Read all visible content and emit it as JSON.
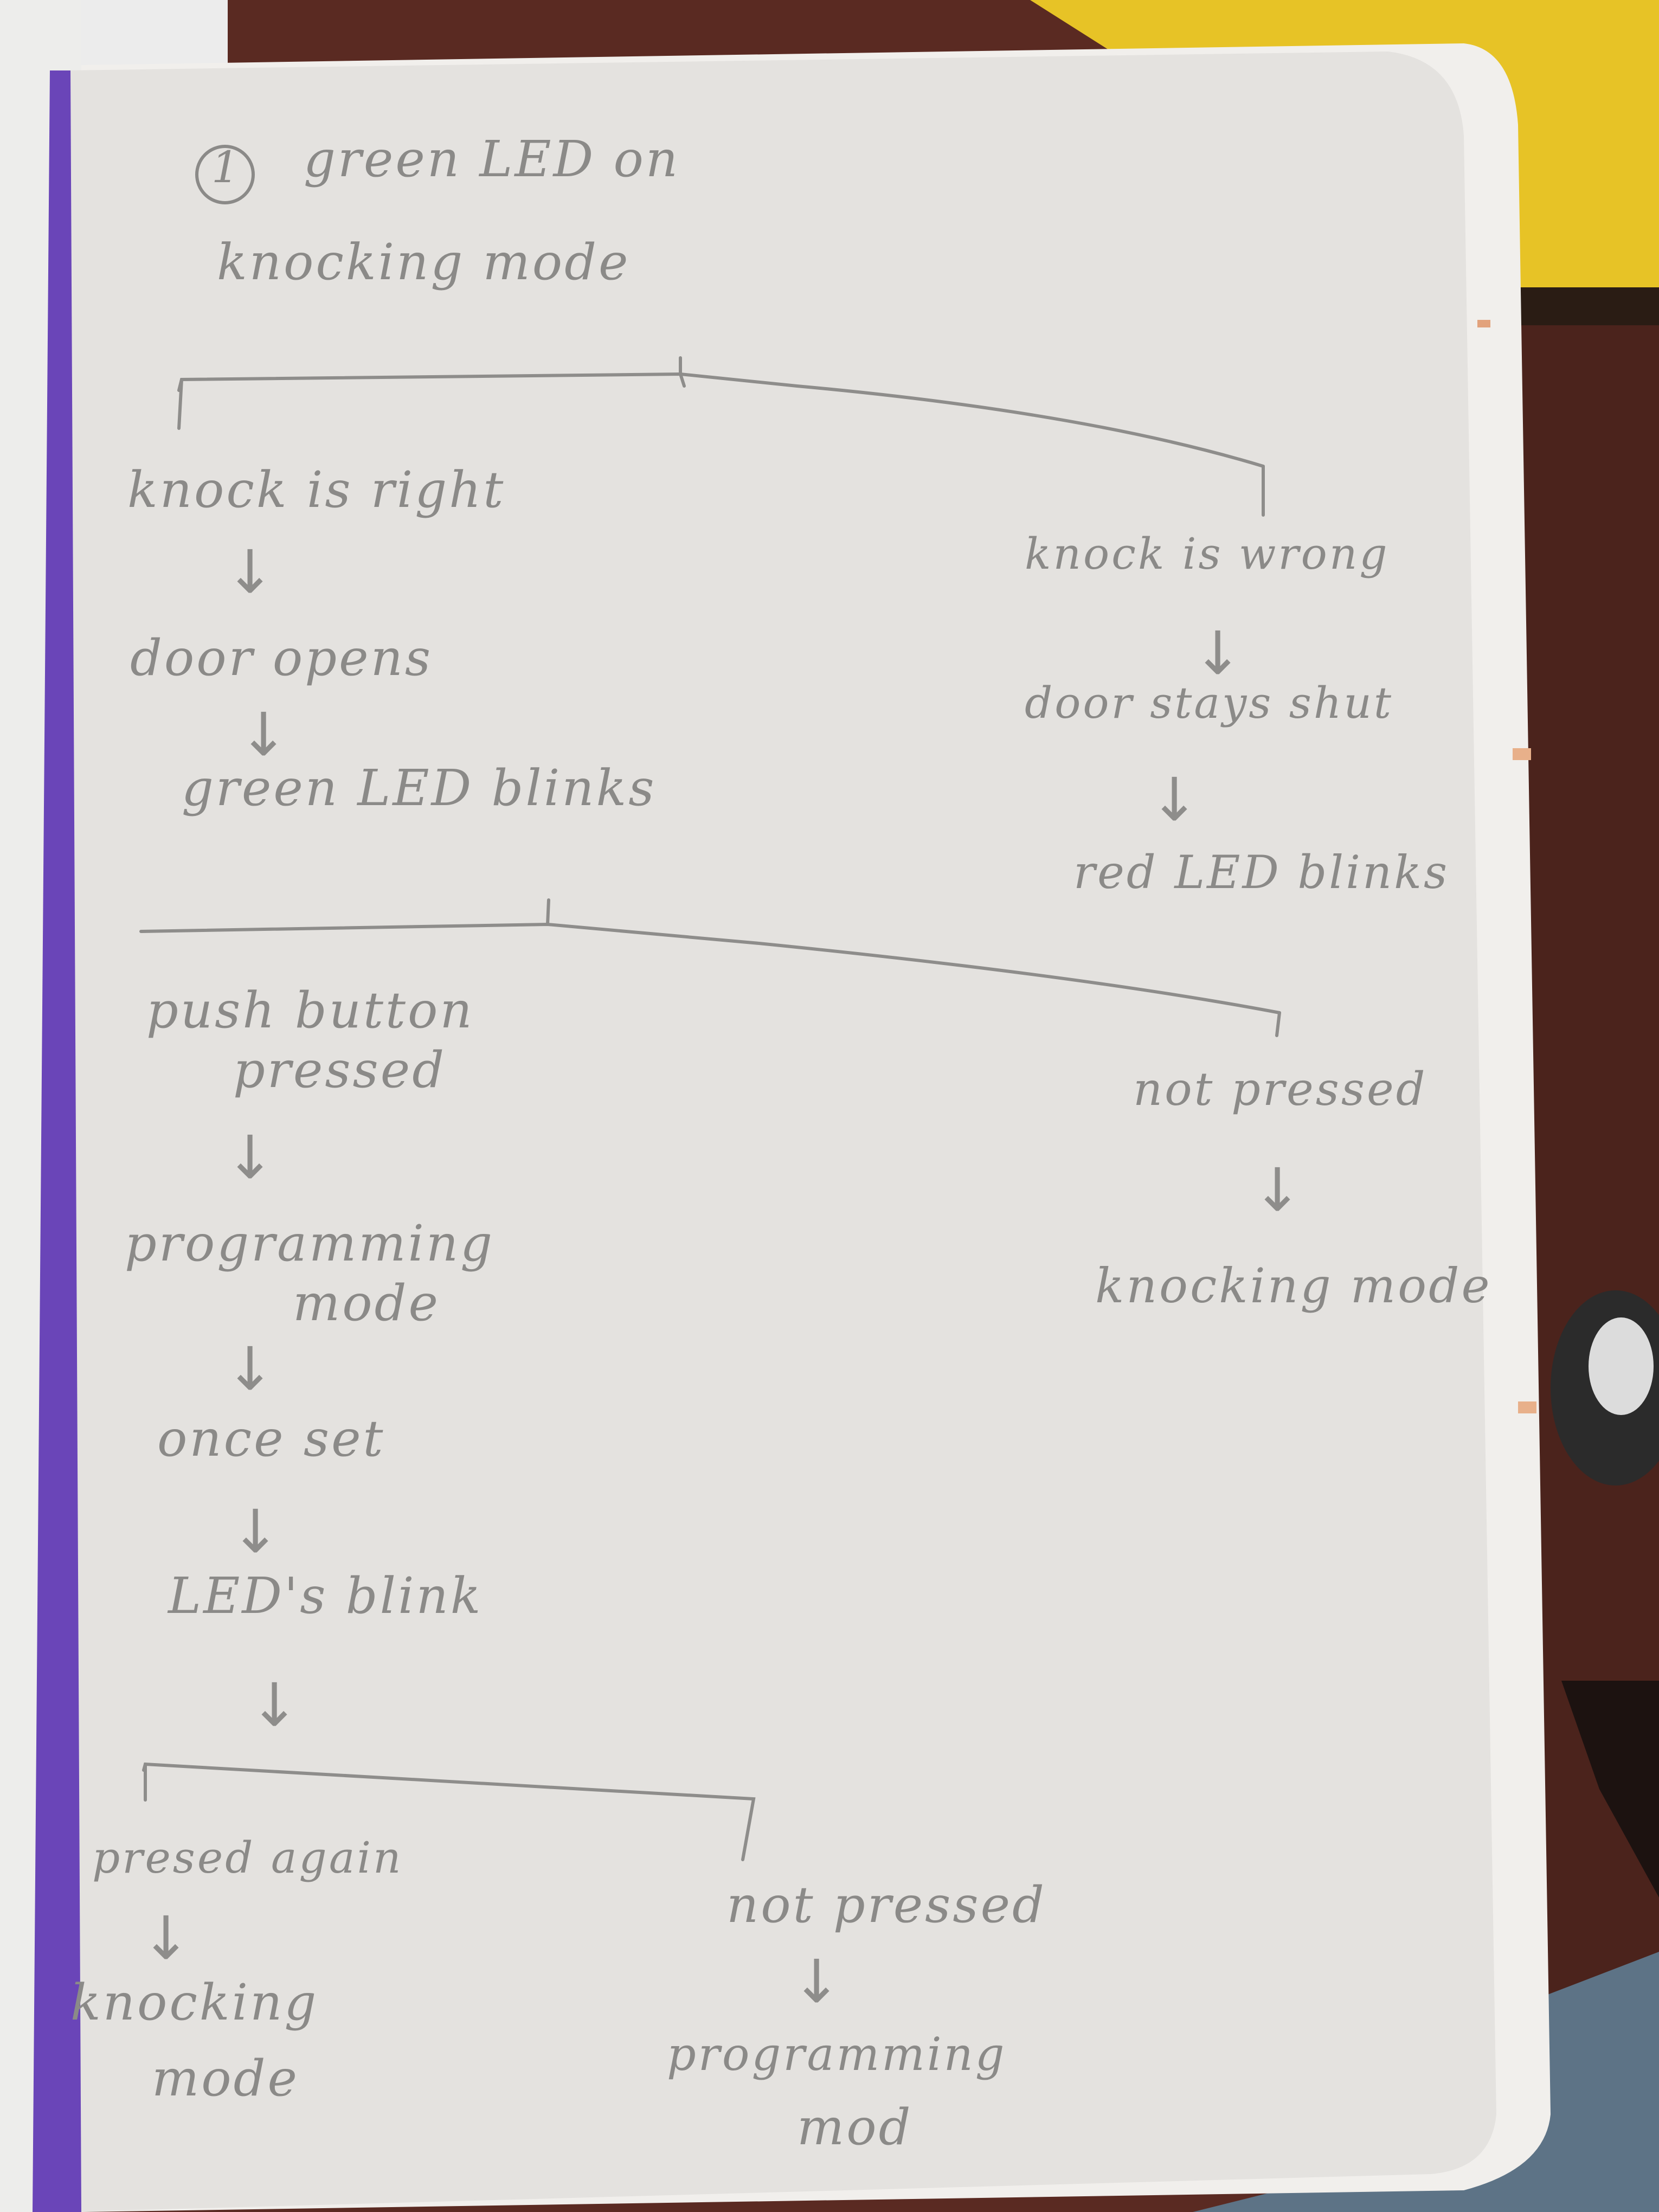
{
  "colors": {
    "paper": "#e4e2df",
    "ink": "#8b8a88",
    "ribbon": "#6a45b8",
    "yellow_cover": "#e7c326",
    "desk": "#5a2a22",
    "jeans": "#5d7386"
  },
  "diagram": {
    "title": {
      "number": "1",
      "line1": "green LED on",
      "line2": "knocking mode"
    },
    "branch1": {
      "left": {
        "condition": "knock is right",
        "steps": [
          "door opens",
          "green LED blinks"
        ]
      },
      "right": {
        "condition": "knock is wrong",
        "steps": [
          "door stays shut",
          "red LED blinks"
        ]
      }
    },
    "branch2": {
      "left": {
        "condition_line1": "push button",
        "condition_line2": "pressed",
        "step1_line1": "programming",
        "step1_line2": "mode",
        "step2": "once set",
        "step3": "LED's blink"
      },
      "right": {
        "condition": "not pressed",
        "step": "knocking mode"
      }
    },
    "branch3": {
      "left": {
        "condition": "presed again",
        "step_line1": "knocking",
        "step_line2": "mode"
      },
      "right": {
        "condition": "not pressed",
        "step_line1": "programming",
        "step_line2": "mod"
      }
    }
  }
}
